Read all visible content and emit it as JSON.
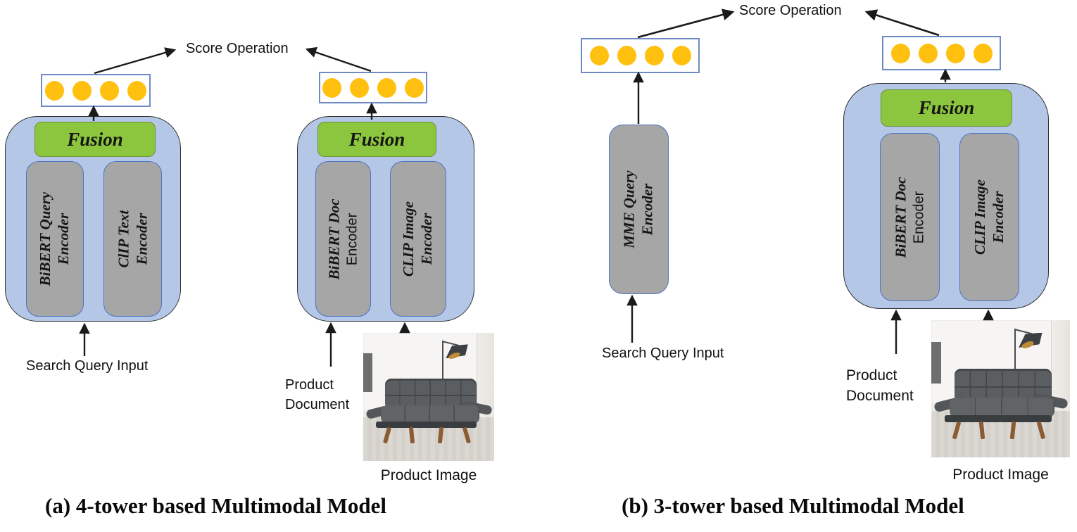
{
  "colors": {
    "container_blue": "#b4c7e7",
    "container_border": "#2f2f2f",
    "encoder_gray": "#a6a6a6",
    "encoder_border": "#4f74c0",
    "fusion_green": "#8cc63e",
    "fusion_border": "#6f8f3a",
    "dot_orange": "#ffc010",
    "dots_box_border": "#6e8cc3",
    "arrow_black": "#1a1a1a"
  },
  "panel_a": {
    "score_label": "Score Operation",
    "caption": "(a) 4-tower based Multimodal Model",
    "embedding_dots": 4,
    "query_tower": {
      "fusion_label": "Fusion",
      "encoder1": {
        "line1": "BiBERT Query",
        "line2": "Encoder"
      },
      "encoder2": {
        "line1": "ClIP Text",
        "line2": "Encoder"
      },
      "input_label": "Search Query Input"
    },
    "doc_tower": {
      "fusion_label": "Fusion",
      "encoder1": {
        "line1": "BiBERT Doc",
        "line2": "Encoder"
      },
      "encoder2": {
        "line1": "CLIP Image",
        "line2": "Encoder"
      },
      "input_line1": "Product",
      "input_line2": "Document",
      "image_label": "Product Image"
    }
  },
  "panel_b": {
    "score_label": "Score Operation",
    "caption": "(b) 3-tower based Multimodal Model",
    "embedding_dots": 4,
    "query_tower": {
      "encoder": {
        "line1": "MME Query",
        "line2": "Encoder"
      },
      "input_label": "Search Query Input"
    },
    "doc_tower": {
      "fusion_label": "Fusion",
      "encoder1": {
        "line1": "BiBERT Doc",
        "line2": "Encoder"
      },
      "encoder2": {
        "line1": "CLIP Image",
        "line2": "Encoder"
      },
      "input_line1": "Product",
      "input_line2": "Document",
      "image_label": "Product Image"
    }
  }
}
